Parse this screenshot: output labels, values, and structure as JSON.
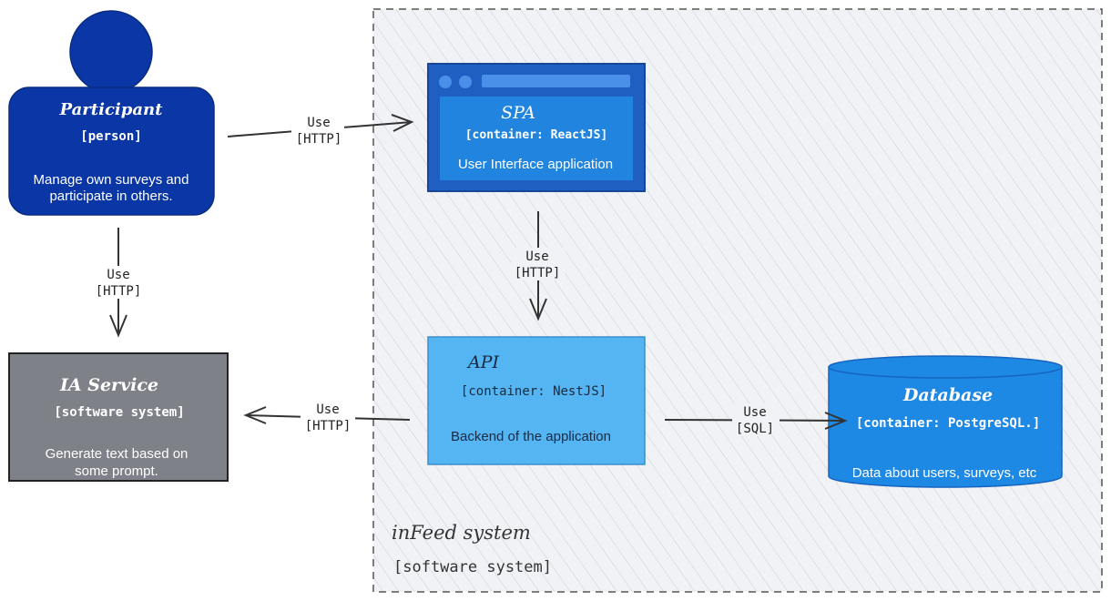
{
  "boundary": {
    "title": "inFeed system",
    "subtitle": "[software system]"
  },
  "participant": {
    "title": "Participant",
    "type": "[person]",
    "desc_line1": "Manage own surveys and",
    "desc_line2": "participate in others."
  },
  "spa": {
    "title": "SPA",
    "type": "[container: ReactJS]",
    "desc": "User Interface application"
  },
  "api": {
    "title": "API",
    "type": "[container: NestJS]",
    "desc": "Backend of the application"
  },
  "database": {
    "title": "Database",
    "type": "[container: PostgreSQL.]",
    "desc": "Data about users, surveys, etc"
  },
  "ia_service": {
    "title": "IA Service",
    "type": "[software system]",
    "desc_line1": "Generate text based on",
    "desc_line2": "some prompt."
  },
  "edges": {
    "participant_to_spa": {
      "label": "Use",
      "protocol": "[HTTP]"
    },
    "participant_to_ia": {
      "label": "Use",
      "protocol": "[HTTP]"
    },
    "spa_to_api": {
      "label": "Use",
      "protocol": "[HTTP]"
    },
    "api_to_ia": {
      "label": "Use",
      "protocol": "[HTTP]"
    },
    "api_to_database": {
      "label": "Use",
      "protocol": "[SQL]"
    }
  },
  "colors": {
    "person": "#0a37a5",
    "spa": "#1f5fc2",
    "spa_inner": "#2185e0",
    "api": "#55b4f2",
    "database": "#1e88e5",
    "ia_service": "#7e8288",
    "edge": "#333333",
    "boundary": "#555555"
  }
}
